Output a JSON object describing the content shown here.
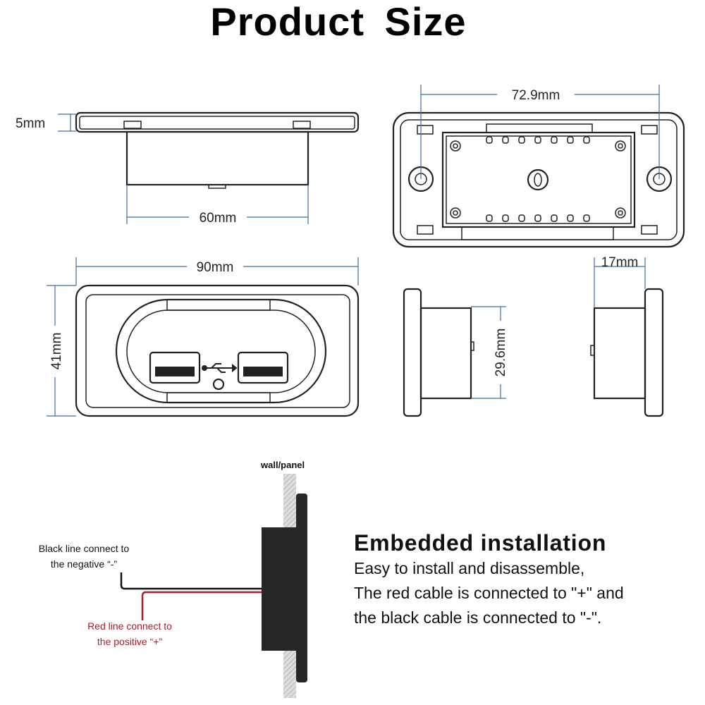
{
  "title": "Product Size",
  "dimensions": {
    "flange_thickness": "5mm",
    "body_width": "60mm",
    "hole_spacing": "72.9mm",
    "overall_width": "90mm",
    "overall_height": "41mm",
    "body_height": "29.6mm",
    "body_depth": "17mm"
  },
  "install": {
    "wall_label": "wall/panel",
    "black_line_1": "Black line connect to",
    "black_line_2": "the negative “-”",
    "red_line_1": "Red line connect to",
    "red_line_2": "the positive “+”",
    "heading": "Embedded installation",
    "desc_1": "Easy to install and disassemble,",
    "desc_2": "The red cable is connected to \"+\" and",
    "desc_3": "the black cable is connected to \"-\"."
  },
  "colors": {
    "red_wire": "#b01e2a",
    "dim_line": "#3d6fa0",
    "device": "#262626"
  }
}
